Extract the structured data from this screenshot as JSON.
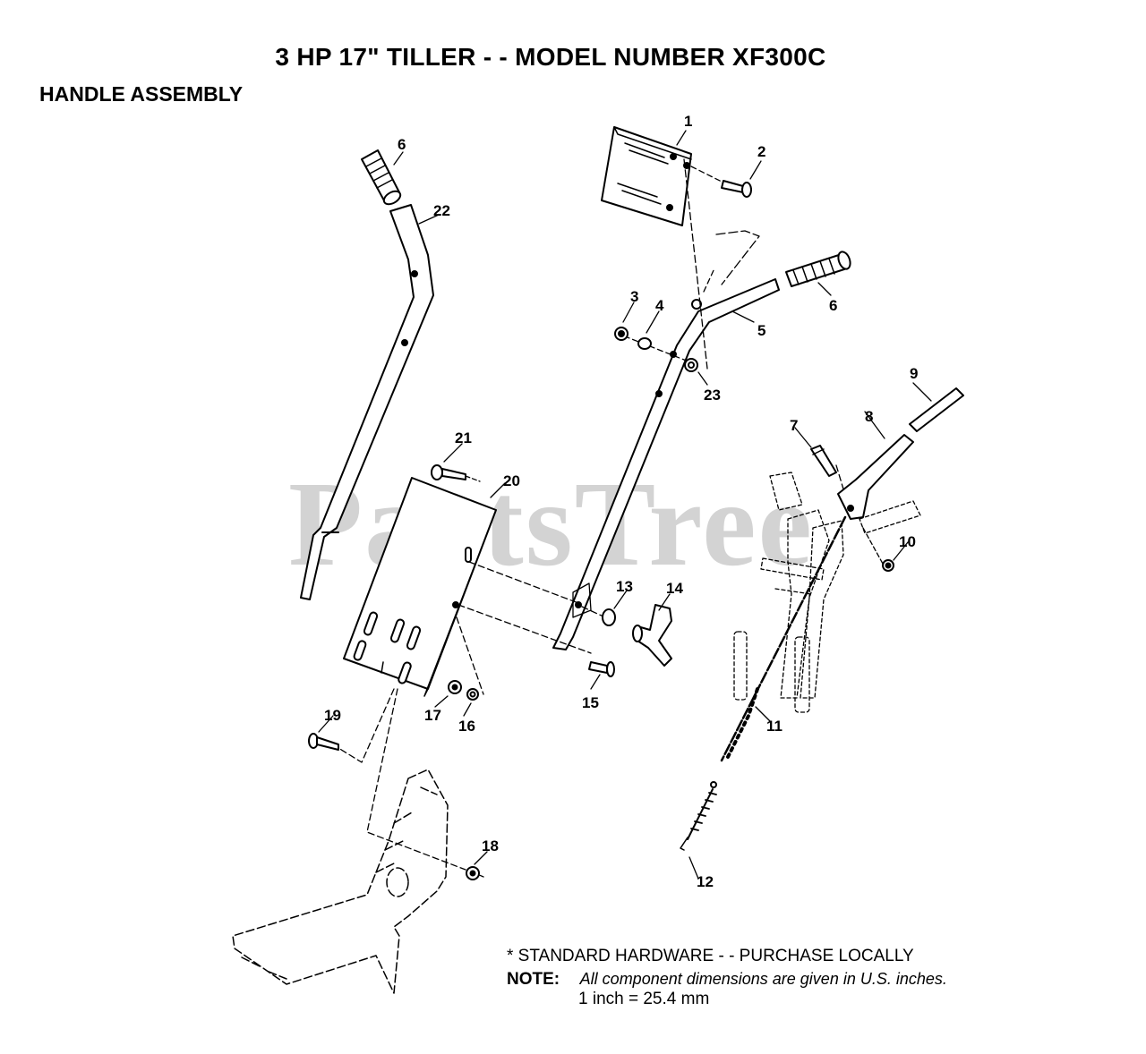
{
  "title": "3 HP 17\" TILLER - - MODEL NUMBER XF300C",
  "subtitle": "HANDLE ASSEMBLY",
  "watermark": "PartsTree",
  "callouts": {
    "p1": "1",
    "p2": "2",
    "p3": "3",
    "p4": "4",
    "p5": "5",
    "p6a": "6",
    "p6b": "6",
    "p7": "7",
    "p8": "8",
    "p9": "9",
    "p10": "10",
    "p11": "11",
    "p12": "12",
    "p13": "13",
    "p14": "14",
    "p15": "15",
    "p16": "16",
    "p17": "17",
    "p18": "18",
    "p19": "19",
    "p20": "20",
    "p21": "21",
    "p22": "22",
    "p23": "23"
  },
  "notes": {
    "standard_hardware": "* STANDARD HARDWARE - - PURCHASE LOCALLY",
    "note_label": "NOTE:",
    "note_text": "All component dimensions are given in U.S. inches.",
    "conversion": "1 inch = 25.4 mm"
  }
}
